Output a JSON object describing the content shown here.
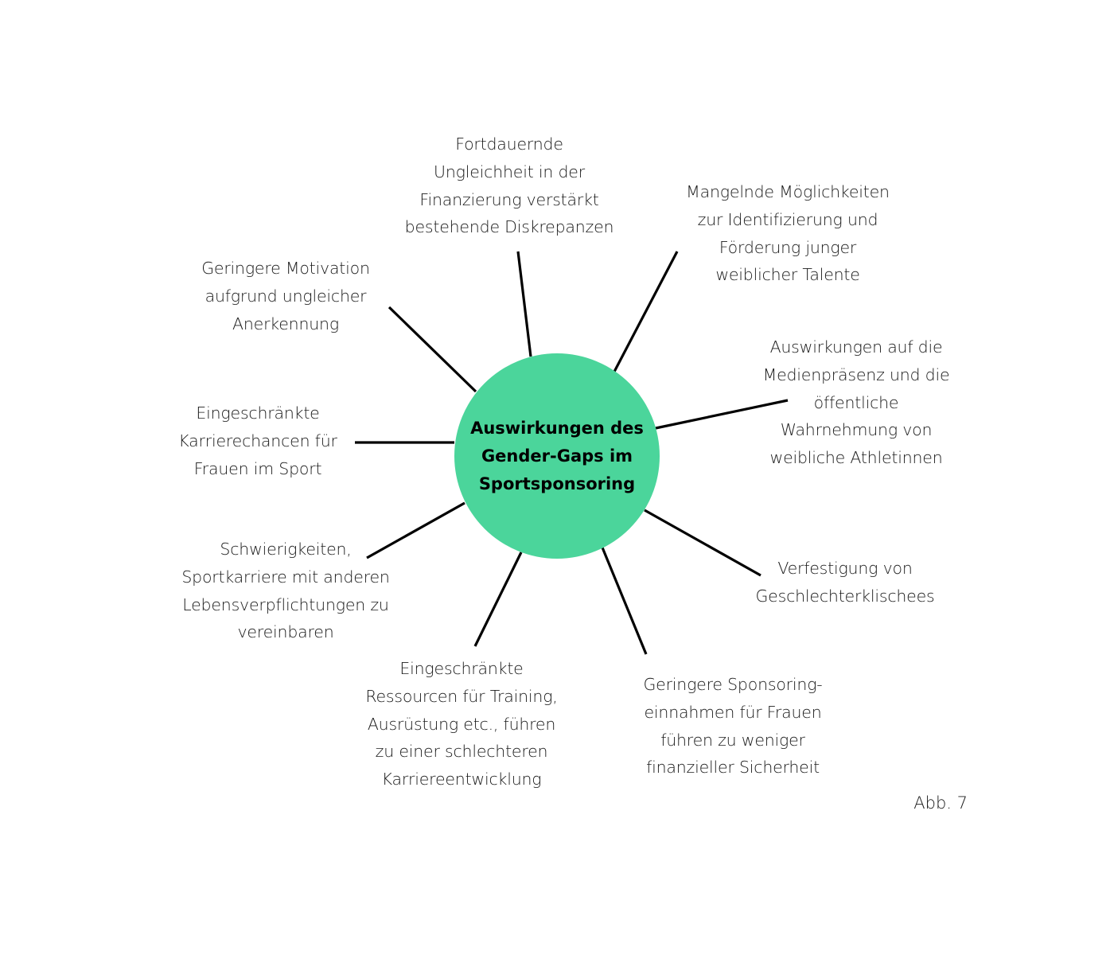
{
  "diagram": {
    "accent_color": "#4bd59b",
    "center": {
      "lines": [
        "Auswirkungen des",
        "Gender-Gaps im",
        "Sportsponsoring"
      ]
    },
    "nodes": [
      {
        "lines": [
          "Fortdauernde",
          "Ungleichheit in der",
          "Finanzierung verstärkt",
          "bestehende Diskrepanzen"
        ]
      },
      {
        "lines": [
          "Mangelnde Möglichkeiten",
          "zur Identifizierung und",
          "Förderung junger",
          "weiblicher Talente"
        ]
      },
      {
        "lines": [
          "Auswirkungen auf die",
          "Medienpräsenz und die",
          "öffentliche",
          "Wahrnehmung von",
          "weibliche Athletinnen"
        ]
      },
      {
        "lines": [
          "Verfestigung von",
          "Geschlechterklischees"
        ]
      },
      {
        "lines": [
          "Geringere Sponsoring-",
          "einnahmen für Frauen",
          "führen zu weniger",
          "finanzieller Sicherheit"
        ]
      },
      {
        "lines": [
          "Eingeschränkte",
          "Ressourcen für Training,",
          "Ausrüstung etc., führen",
          "zu einer schlechteren",
          "Karriereentwicklung"
        ]
      },
      {
        "lines": [
          "Schwierigkeiten,",
          "Sportkarriere mit anderen",
          "Lebensverpflichtungen zu",
          "vereinbaren"
        ]
      },
      {
        "lines": [
          "Eingeschränkte",
          "Karrierechancen für",
          "Frauen im Sport"
        ]
      },
      {
        "lines": [
          "Geringere Motivation",
          "aufgrund ungleicher",
          "Anerkennung"
        ]
      }
    ],
    "figure_label": "Abb. 7"
  }
}
